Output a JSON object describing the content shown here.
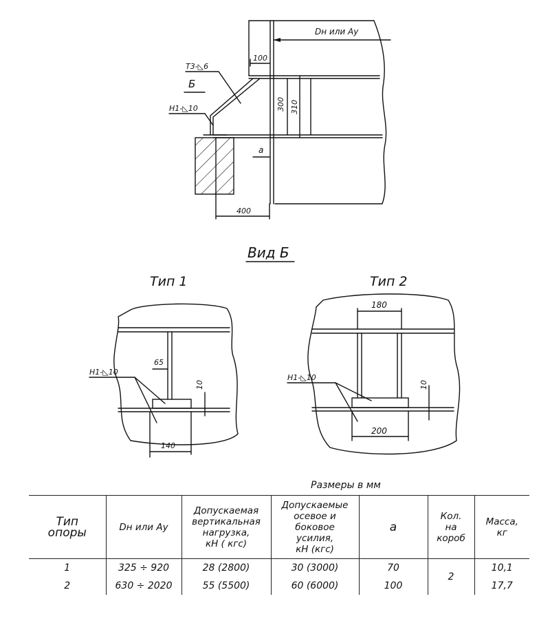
{
  "top_view": {
    "dia_label": "Dн или Ау",
    "dim_100": "100",
    "dim_300": "300",
    "dim_310": "310",
    "dim_a": "a",
    "dim_400": "400",
    "weld_t3": "Т3-◺6",
    "weld_h1": "Н1-◺10",
    "view_marker": "Б"
  },
  "view_title": "Вид Б",
  "type1": {
    "title": "Тип 1",
    "weld": "Н1-◺10",
    "dim_65": "65",
    "dim_10": "10",
    "dim_140": "140"
  },
  "type2": {
    "title": "Тип 2",
    "weld": "Н1-◺10",
    "dim_180": "180",
    "dim_10": "10",
    "dim_200": "200"
  },
  "table": {
    "units_note": "Размеры в мм",
    "headers": {
      "type": [
        "Тип",
        "опоры"
      ],
      "dia": [
        "Dн или Ау"
      ],
      "vertical": [
        "Допускаемая",
        "вертикальная",
        "нагрузка,",
        "кН ( кгс)"
      ],
      "axial": [
        "Допускаемые",
        "осевое и боковое",
        "усилия,",
        "кН  (кгс)"
      ],
      "a": [
        "a"
      ],
      "qty": [
        "Кол.",
        "на",
        "короб"
      ],
      "mass": [
        "Масса,",
        "кг"
      ]
    },
    "rows": [
      {
        "type": "1",
        "dia": "325 ÷  920",
        "vertical": "28   (2800)",
        "axial": "30   (3000)",
        "a": "70",
        "mass": "10,1"
      },
      {
        "type": "2",
        "dia": "630 ÷ 2020",
        "vertical": "55   (5500)",
        "axial": "60   (6000)",
        "a": "100",
        "mass": "17,7"
      }
    ],
    "qty_shared": "2"
  }
}
